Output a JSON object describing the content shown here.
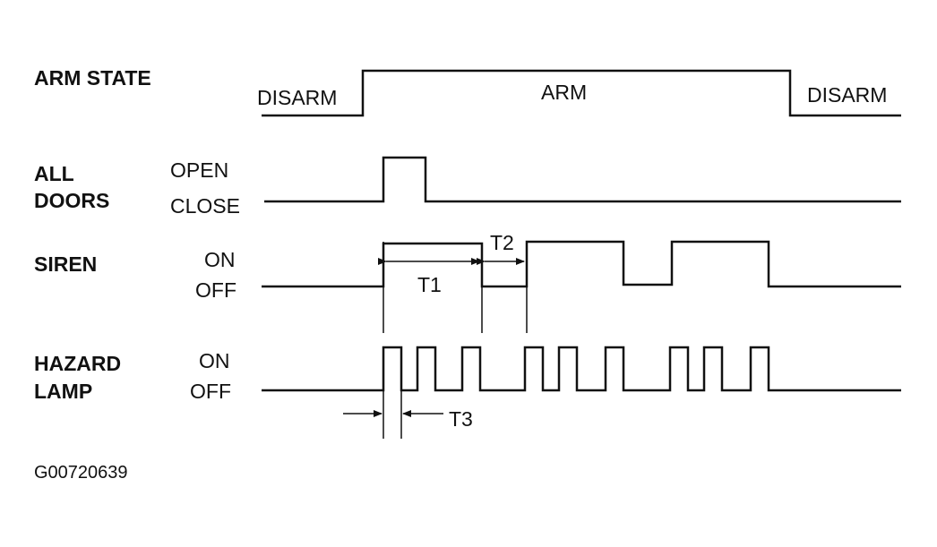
{
  "signals": {
    "arm_state": {
      "name": "ARM STATE",
      "states": {
        "disarm_left": "DISARM",
        "arm": "ARM",
        "disarm_right": "DISARM"
      }
    },
    "all_doors": {
      "name_line1": "ALL",
      "name_line2": "DOORS",
      "level_high": "OPEN",
      "level_low": "CLOSE"
    },
    "siren": {
      "name": "SIREN",
      "level_high": "ON",
      "level_low": "OFF"
    },
    "hazard_lamp": {
      "name_line1": "HAZARD",
      "name_line2": "LAMP",
      "level_high": "ON",
      "level_low": "OFF"
    }
  },
  "timing_labels": {
    "t1": "T1",
    "t2": "T2",
    "t3": "T3"
  },
  "figure_id": "G00720639",
  "line_color": "#111111"
}
